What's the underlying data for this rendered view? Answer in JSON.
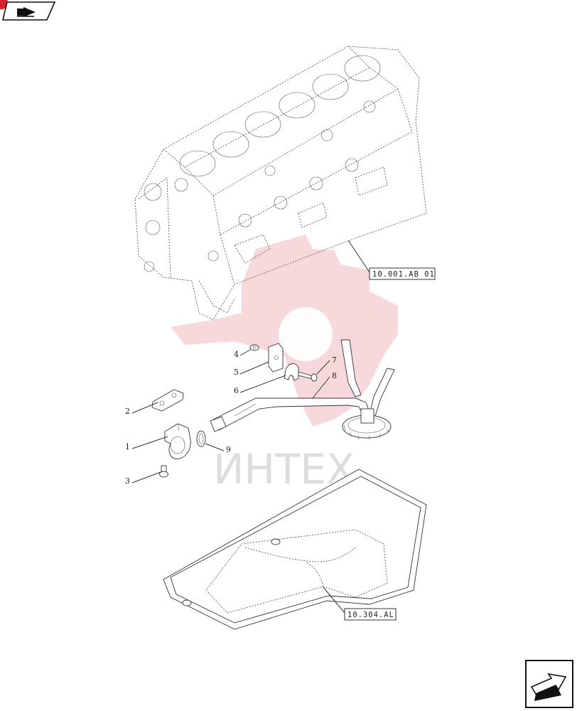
{
  "header": {
    "nav_icon": "book-arrow-icon"
  },
  "footer": {
    "nav_icon": "next-page-arrow-icon"
  },
  "watermark": {
    "text": "ИНТЕХ",
    "icon": "gear-wrench-logo-icon"
  },
  "references": {
    "engine_block": "10.001.AB 01",
    "oil_pan": "10.304.AL"
  },
  "callouts": [
    {
      "id": "1",
      "label": "1"
    },
    {
      "id": "2",
      "label": "2"
    },
    {
      "id": "3",
      "label": "3"
    },
    {
      "id": "4",
      "label": "4"
    },
    {
      "id": "5",
      "label": "5"
    },
    {
      "id": "6",
      "label": "6"
    },
    {
      "id": "7",
      "label": "7"
    },
    {
      "id": "8",
      "label": "8"
    },
    {
      "id": "9",
      "label": "9"
    }
  ]
}
